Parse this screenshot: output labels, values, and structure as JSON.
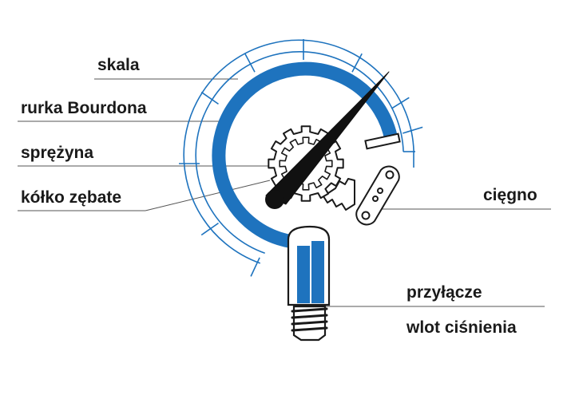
{
  "colors": {
    "tube_blue": "#1e73be",
    "ink": "#1a1a1a",
    "leader": "#555555"
  },
  "labels": {
    "scale": "skala",
    "bourdon_tube": "rurka Bourdona",
    "spring": "sprężyna",
    "gear": "kółko zębate",
    "link": "cięgno",
    "connector": "przyłącze",
    "pressure_inlet": "wlot ciśnienia"
  }
}
